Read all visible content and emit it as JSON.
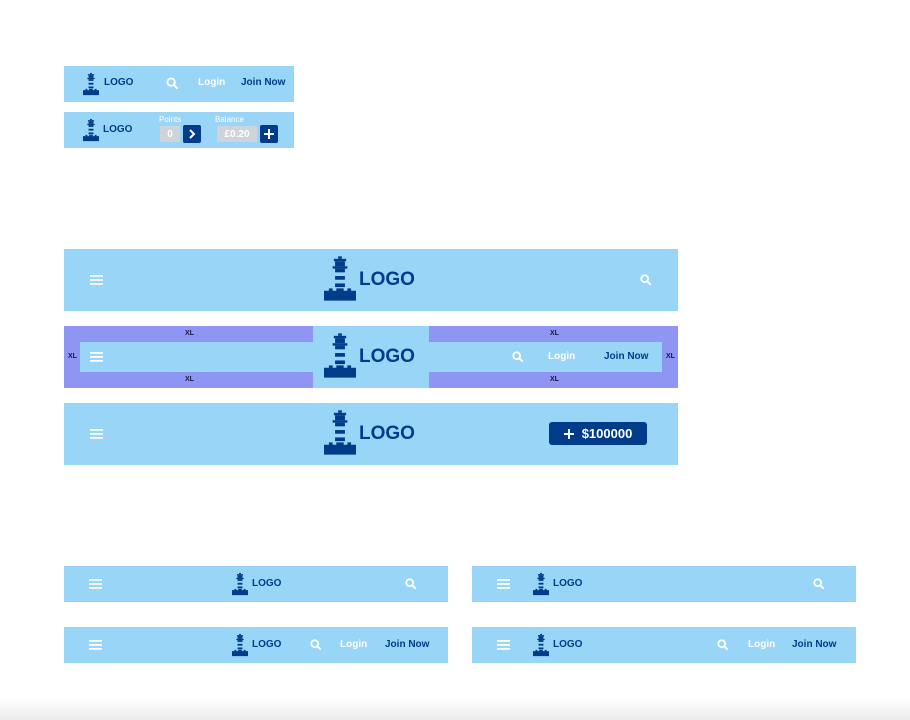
{
  "brand": {
    "logo_text": "LOGO",
    "primary": "#003c8a",
    "bar_bg": "#99d5f7"
  },
  "labels": {
    "login": "Login",
    "join": "Join Now",
    "points": "Points",
    "balance": "Balance",
    "points_value": "0",
    "balance_value": "£0.20",
    "add_funds_amount": "$100000",
    "breakpoint": "XL"
  },
  "icons": {
    "logo": "lighthouse-icon",
    "menu": "hamburger-menu-icon",
    "search": "search-icon",
    "next": "chevron-right-icon",
    "add": "plus-icon"
  }
}
